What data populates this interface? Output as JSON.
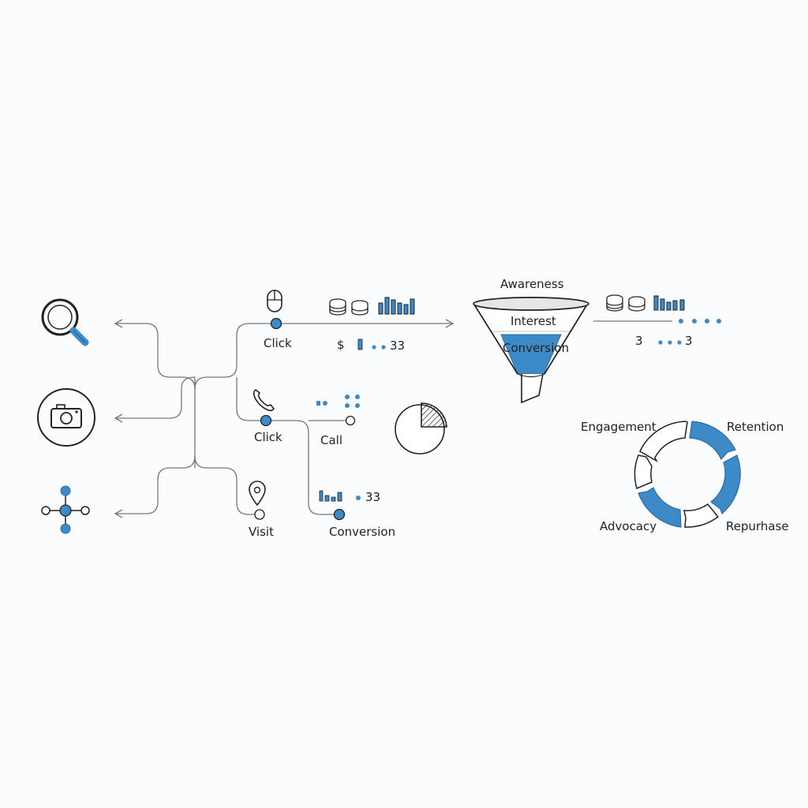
{
  "colors": {
    "accent": "#3d8ac9",
    "accent_dark": "#2b6ca3",
    "line": "#777777",
    "ink": "#222222",
    "background": "#fbfcfd"
  },
  "source_icons": [
    {
      "icon": "search-icon"
    },
    {
      "icon": "camera-icon"
    },
    {
      "icon": "network-nodes-icon"
    }
  ],
  "touchpoints": {
    "mouse": {
      "icon": "mouse-icon",
      "label": "Click"
    },
    "phone": {
      "icon": "phone-icon",
      "label": "Click"
    },
    "location": {
      "icon": "location-pin-icon",
      "label": "Visit"
    },
    "call": {
      "label": "Call"
    },
    "conversion": {
      "label": "Conversion"
    }
  },
  "metrics": {
    "top_currency": "$",
    "top_value": "33",
    "conversion_value": "33"
  },
  "funnel": {
    "stages": [
      "Awareness",
      "Interest",
      "Conversion"
    ]
  },
  "funnel_metrics": {
    "left_value": "3",
    "right_value": "3"
  },
  "lifecycle": {
    "stages": [
      "Engagement",
      "Retention",
      "Repurhase",
      "Advocacy"
    ]
  }
}
